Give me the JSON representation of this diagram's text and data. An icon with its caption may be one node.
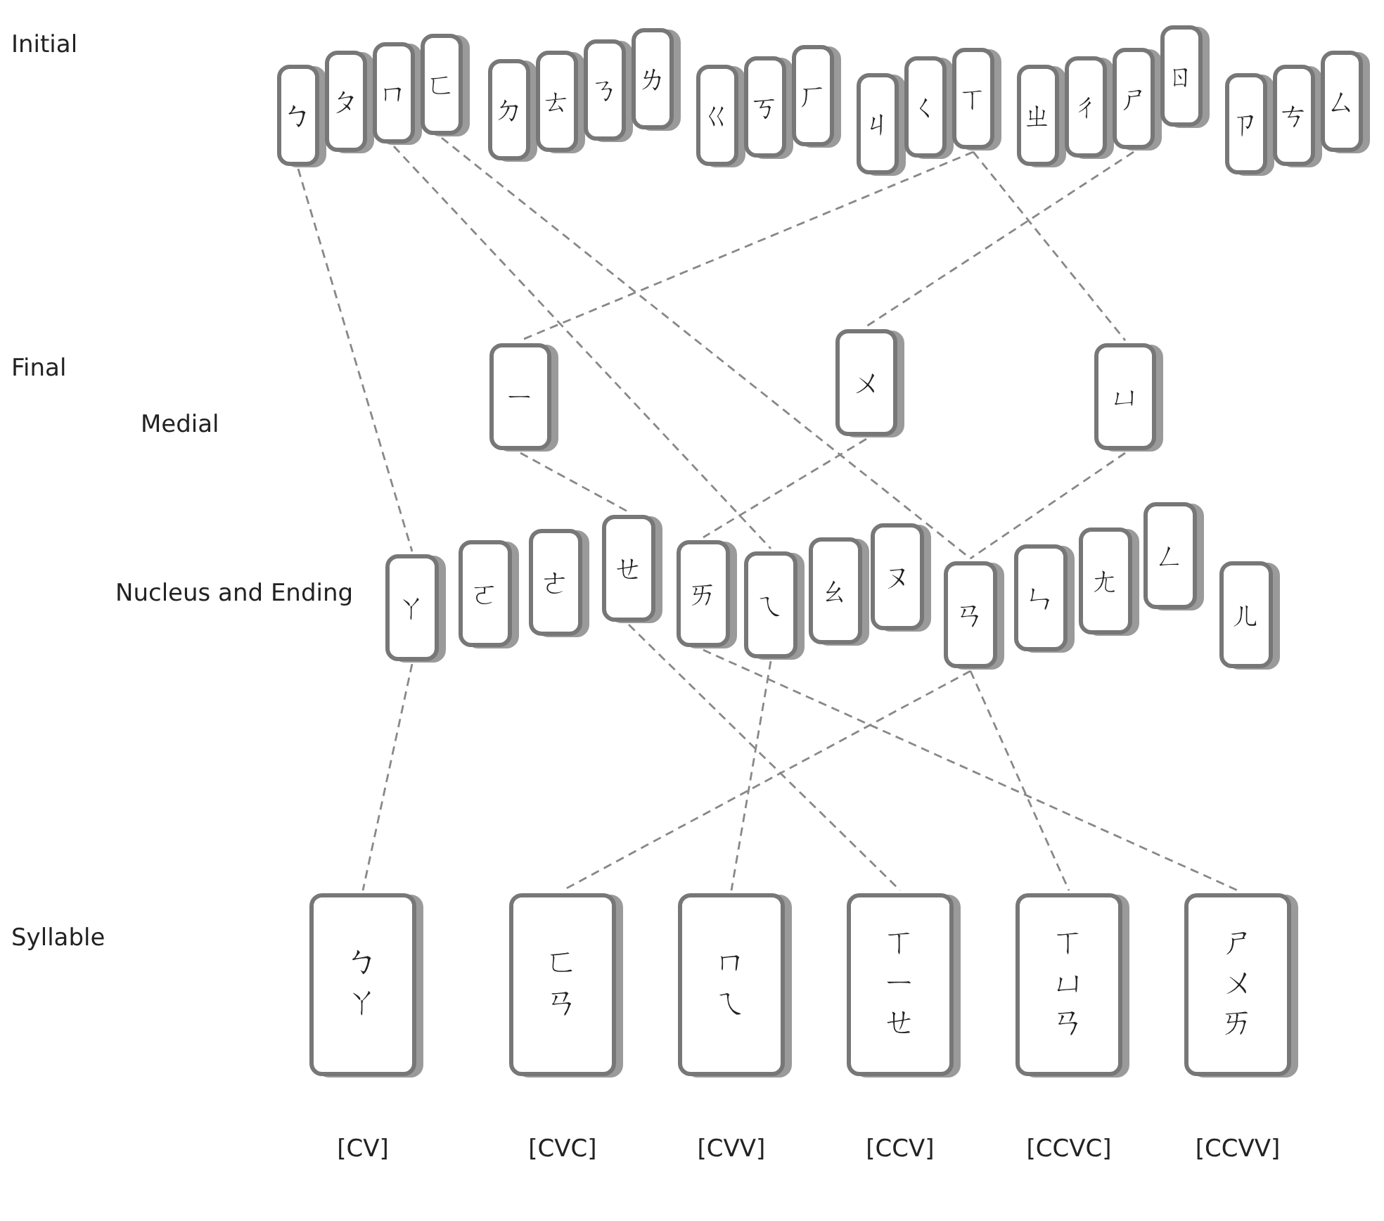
{
  "diagram": {
    "nodes": [
      {
        "text": [
          "ㄅ"
        ]
      },
      {
        "text": [
          "ㄆ"
        ]
      },
      {
        "text": [
          "ㄇ"
        ]
      },
      {
        "text": [
          "ㄈ"
        ]
      },
      {
        "text": [
          "ㄉ"
        ]
      },
      {
        "text": [
          "ㄊ"
        ]
      },
      {
        "text": [
          "ㄋ"
        ]
      },
      {
        "text": [
          "ㄌ"
        ]
      },
      {
        "text": [
          "ㄍ"
        ]
      },
      {
        "text": [
          "ㄎ"
        ]
      },
      {
        "text": [
          "ㄏ"
        ]
      },
      {
        "text": [
          "ㄐ"
        ]
      },
      {
        "text": [
          "ㄑ"
        ]
      },
      {
        "text": [
          "ㄒ"
        ]
      },
      {
        "text": [
          "ㄓ"
        ]
      },
      {
        "text": [
          "ㄔ"
        ]
      },
      {
        "text": [
          "ㄕ"
        ]
      },
      {
        "text": [
          "ㄖ"
        ]
      },
      {
        "text": [
          "ㄗ"
        ]
      },
      {
        "text": [
          "ㄘ"
        ]
      },
      {
        "text": [
          "ㄙ"
        ]
      },
      {
        "text": [
          "ㄧ"
        ]
      },
      {
        "text": [
          "ㄨ"
        ]
      },
      {
        "text": [
          "ㄩ"
        ]
      },
      {
        "text": [
          "ㄚ"
        ]
      },
      {
        "text": [
          "ㄛ"
        ]
      },
      {
        "text": [
          "ㄜ"
        ]
      },
      {
        "text": [
          "ㄝ"
        ]
      },
      {
        "text": [
          "ㄞ"
        ]
      },
      {
        "text": [
          "ㄟ"
        ]
      },
      {
        "text": [
          "ㄠ"
        ]
      },
      {
        "text": [
          "ㄡ"
        ]
      },
      {
        "text": [
          "ㄢ"
        ]
      },
      {
        "text": [
          "ㄣ"
        ]
      },
      {
        "text": [
          "ㄤ"
        ]
      },
      {
        "text": [
          "ㄥ"
        ]
      },
      {
        "text": [
          "ㄦ"
        ]
      },
      {
        "text": [
          "ㄅㄚ"
        ],
        "beside": [
          "[CV]"
        ]
      },
      {
        "text": [
          "ㄈㄢ"
        ],
        "beside": [
          "[CVC]"
        ]
      },
      {
        "text": [
          "ㄇㄟ"
        ],
        "beside": [
          "[CVV]"
        ]
      },
      {
        "text": [
          "ㄒㄧㄝ"
        ],
        "beside": [
          "[CCV]"
        ]
      },
      {
        "text": [
          "ㄒㄩㄢ"
        ],
        "beside": [
          "[CCVC]"
        ]
      },
      {
        "text": [
          "ㄕㄨㄞ"
        ],
        "beside": [
          "[CCVV]"
        ]
      }
    ],
    "edges": [
      {
        "from": 0,
        "to": 24,
        "arrow": "none",
        "style": "dashed"
      },
      {
        "from": 2,
        "to": 29,
        "arrow": "none",
        "style": "dashed"
      },
      {
        "from": 3,
        "to": 32,
        "arrow": "none",
        "style": "dashed"
      },
      {
        "from": 13,
        "to": 21,
        "arrow": "none",
        "style": "dashed"
      },
      {
        "from": 13,
        "to": 23,
        "arrow": "none",
        "style": "dashed"
      },
      {
        "from": 16,
        "to": 22,
        "arrow": "none",
        "style": "dashed"
      },
      {
        "from": 21,
        "to": 27,
        "arrow": "none",
        "style": "dashed"
      },
      {
        "from": 22,
        "to": 28,
        "arrow": "none",
        "style": "dashed"
      },
      {
        "from": 23,
        "to": 32,
        "arrow": "none",
        "style": "dashed"
      },
      {
        "from": 24,
        "to": 37,
        "arrow": "none",
        "style": "dashed"
      },
      {
        "from": 32,
        "to": 38,
        "arrow": "none",
        "style": "dashed"
      },
      {
        "from": 29,
        "to": 39,
        "arrow": "none",
        "style": "dashed"
      },
      {
        "from": 27,
        "to": 40,
        "arrow": "none",
        "style": "dashed"
      },
      {
        "from": 32,
        "to": 41,
        "arrow": "none",
        "style": "dashed"
      },
      {
        "from": 28,
        "to": 42,
        "arrow": "none",
        "style": "dashed"
      }
    ],
    "labels": [
      "Initial",
      "Final",
      "Medial",
      "Nucleus and Ending",
      "Syllable"
    ]
  }
}
